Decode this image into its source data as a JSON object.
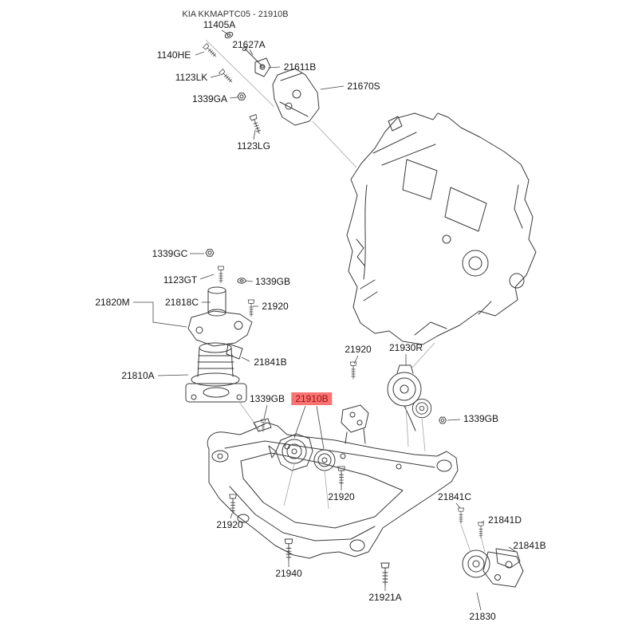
{
  "title": "KIA KKMAPTC05 - 21910B",
  "highlighted_part": "21910B",
  "highlight_colors": {
    "background": "#f97373",
    "text": "#991111"
  },
  "labels": [
    {
      "text": "11405A"
    },
    {
      "text": "21627A"
    },
    {
      "text": "1140HE"
    },
    {
      "text": "1123LK"
    },
    {
      "text": "21611B"
    },
    {
      "text": "1339GA"
    },
    {
      "text": "21670S"
    },
    {
      "text": "1123LG"
    },
    {
      "text": "1339GC"
    },
    {
      "text": "1123GT"
    },
    {
      "text": "1339GB"
    },
    {
      "text": "21820M"
    },
    {
      "text": "21818C"
    },
    {
      "text": "21920"
    },
    {
      "text": "21810A"
    },
    {
      "text": "21841B"
    },
    {
      "text": "21920"
    },
    {
      "text": "21930R"
    },
    {
      "text": "1339GB"
    },
    {
      "text": "21910B",
      "highlighted": true
    },
    {
      "text": "1339GB"
    },
    {
      "text": "21920"
    },
    {
      "text": "21841C"
    },
    {
      "text": "21920"
    },
    {
      "text": "21841D"
    },
    {
      "text": "21841B"
    },
    {
      "text": "21940"
    },
    {
      "text": "21921A"
    },
    {
      "text": "21830"
    }
  ]
}
